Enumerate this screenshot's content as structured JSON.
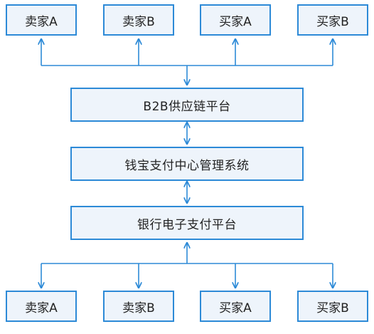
{
  "diagram": {
    "top_row": [
      {
        "label": "卖家A"
      },
      {
        "label": "卖家B"
      },
      {
        "label": "买家A"
      },
      {
        "label": "买家B"
      }
    ],
    "middle_boxes": [
      {
        "label": "B2B供应链平台"
      },
      {
        "label": "钱宝支付中心管理系统"
      },
      {
        "label": "银行电子支付平台"
      }
    ],
    "bottom_row": [
      {
        "label": "卖家A"
      },
      {
        "label": "卖家B"
      },
      {
        "label": "买家A"
      },
      {
        "label": "买家B"
      }
    ],
    "colors": {
      "stroke": "#2d8ad7",
      "box_fill": "#eef4fb",
      "text": "#222222",
      "background": "#ffffff"
    }
  }
}
